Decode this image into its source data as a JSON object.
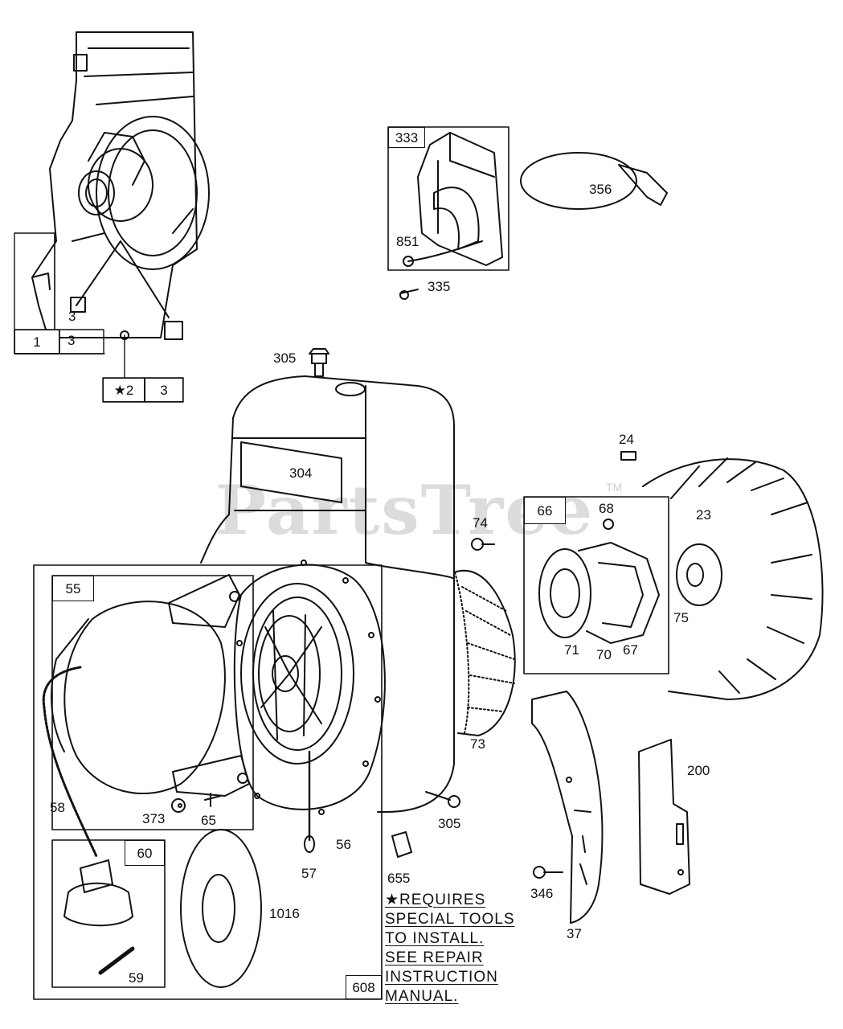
{
  "watermark": {
    "brand": "PartsTree",
    "tm": "TM"
  },
  "parts": {
    "p1": "1",
    "p3a": "3",
    "p3b": "3",
    "p2": "★2",
    "p3c": "3",
    "p333": "333",
    "p356": "356",
    "p851": "851",
    "p335": "335",
    "p305a": "305",
    "p304": "304",
    "p24": "24",
    "p23": "23",
    "p66": "66",
    "p68": "68",
    "p74": "74",
    "p75": "75",
    "p71": "71",
    "p70": "70",
    "p67": "67",
    "p73": "73",
    "p55": "55",
    "p58": "58",
    "p373": "373",
    "p65": "65",
    "p57": "57",
    "p56": "56",
    "p305b": "305",
    "p60": "60",
    "p1016": "1016",
    "p59": "59",
    "p608": "608",
    "p655": "655",
    "p346": "346",
    "p37": "37",
    "p200": "200"
  },
  "note": {
    "line1": "★REQUIRES",
    "line2": "SPECIAL TOOLS",
    "line3": "TO INSTALL.",
    "line4": "SEE REPAIR",
    "line5": "INSTRUCTION",
    "line6": "MANUAL."
  }
}
